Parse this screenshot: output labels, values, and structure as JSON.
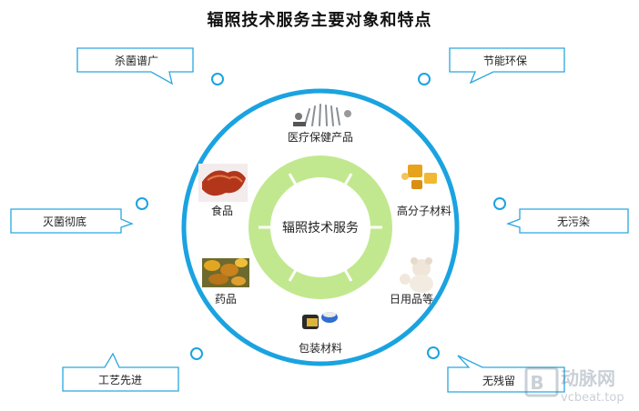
{
  "title": "辐照技术服务主要对象和特点",
  "center_label": "辐照技术服务",
  "objects": [
    "医疗保健产品",
    "高分子材料",
    "日用品等",
    "包装材料",
    "药品",
    "食品"
  ],
  "features": {
    "top_left": "杀菌谱广",
    "top_right": "节能环保",
    "mid_left": "灭菌彻底",
    "mid_right": "无污染",
    "bottom_left": "工艺先进",
    "bottom_right": "无残留"
  },
  "watermark": {
    "brand": "动脉网",
    "url": "vcbeat.top"
  },
  "colors": {
    "ring": "#1aa3e0",
    "donut": "#c2e88f",
    "callout_border": "#2aa6df"
  }
}
